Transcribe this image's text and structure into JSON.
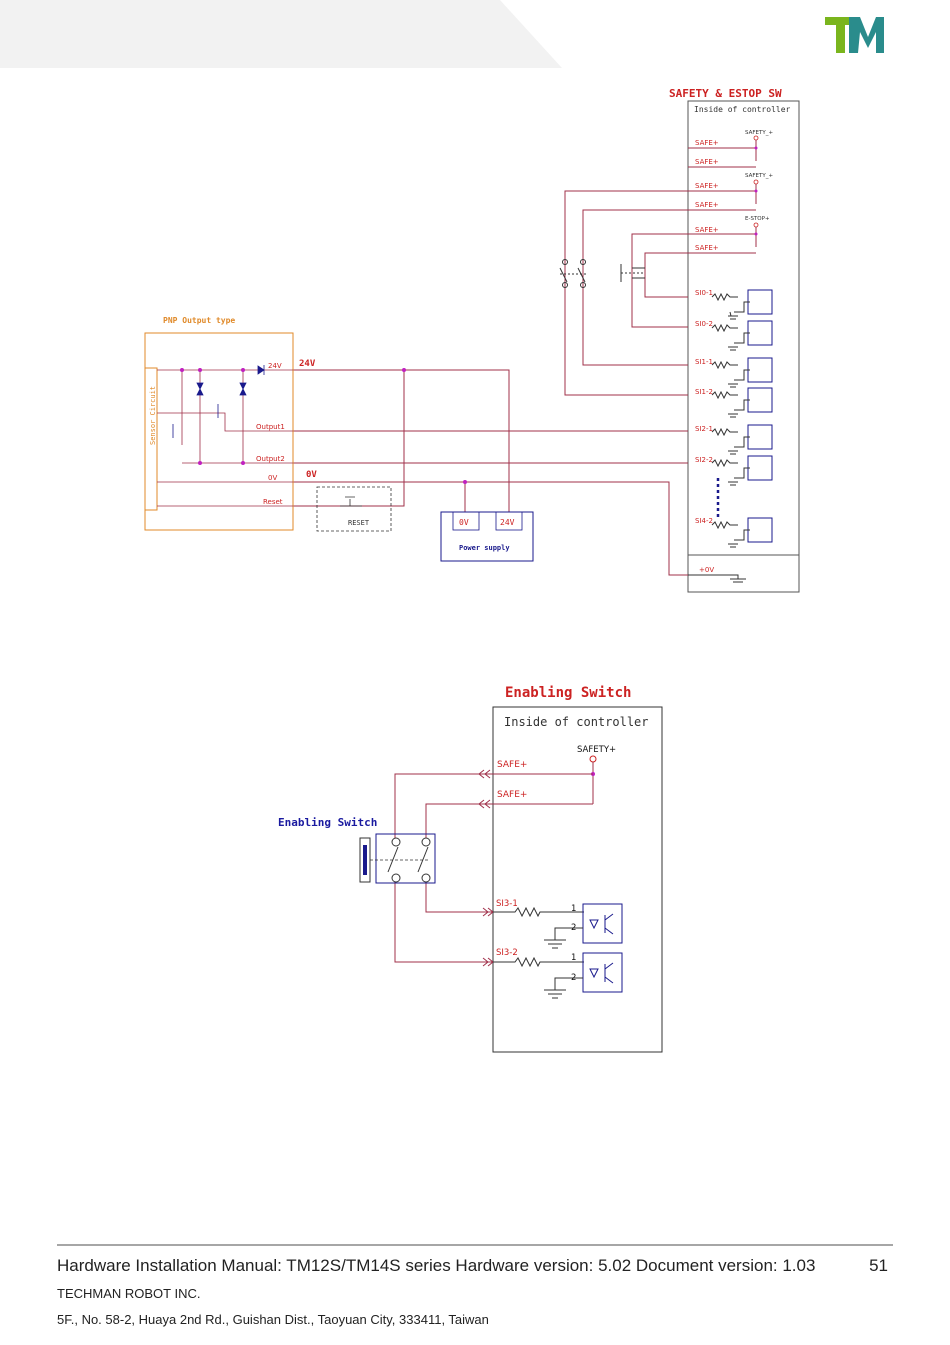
{
  "header": {
    "logo_text": "TM",
    "colors": {
      "green": "#7ab51d",
      "teal": "#2a8c8c",
      "band": "#f2f2f2"
    }
  },
  "diagram1": {
    "title": "SAFETY & ESTOP SW",
    "inside_label": "Inside of controller",
    "safety_1": "SAFETY_+",
    "safety_2": "SAFETY_+",
    "estop": "E-STOP+",
    "safe_labels": [
      "SAFE+",
      "SAFE+",
      "SAFE+",
      "SAFE+",
      "SAFE+",
      "SAFE+"
    ],
    "si_labels": [
      "SI0-1",
      "SI0-2",
      "SI1-1",
      "SI1-2",
      "SI2-1",
      "SI2-2",
      "SI4-2"
    ],
    "plus_0v": "+0V",
    "pnp_title": "PNP Output type",
    "sensor_circuit": "Sensor Circuit",
    "pin_24v": "24V",
    "pin_output1": "Output1",
    "pin_output2": "Output2",
    "pin_0v": "0V",
    "pin_reset": "Reset",
    "wire_24v": "24V",
    "wire_0v": "0V",
    "reset_button": "RESET",
    "ps_0v": "0V",
    "ps_24v": "24V",
    "power_supply": "Power supply"
  },
  "diagram2": {
    "title": "Enabling Switch",
    "inside_label": "Inside of controller",
    "safety": "SAFETY+",
    "safe_1": "SAFE+",
    "safe_2": "SAFE+",
    "switch_label": "Enabling Switch",
    "si_1": "SI3-1",
    "si_2": "SI3-2",
    "pin1": "1",
    "pin2": "2"
  },
  "footer": {
    "manual": "Hardware Installation Manual: TM12S/TM14S series Hardware version: 5.02 Document version: 1.03",
    "page": "51",
    "company": "TECHMAN ROBOT INC.",
    "address": "5F., No. 58-2, Huaya 2nd Rd., Guishan Dist., Taoyuan City, 333411, Taiwan"
  }
}
